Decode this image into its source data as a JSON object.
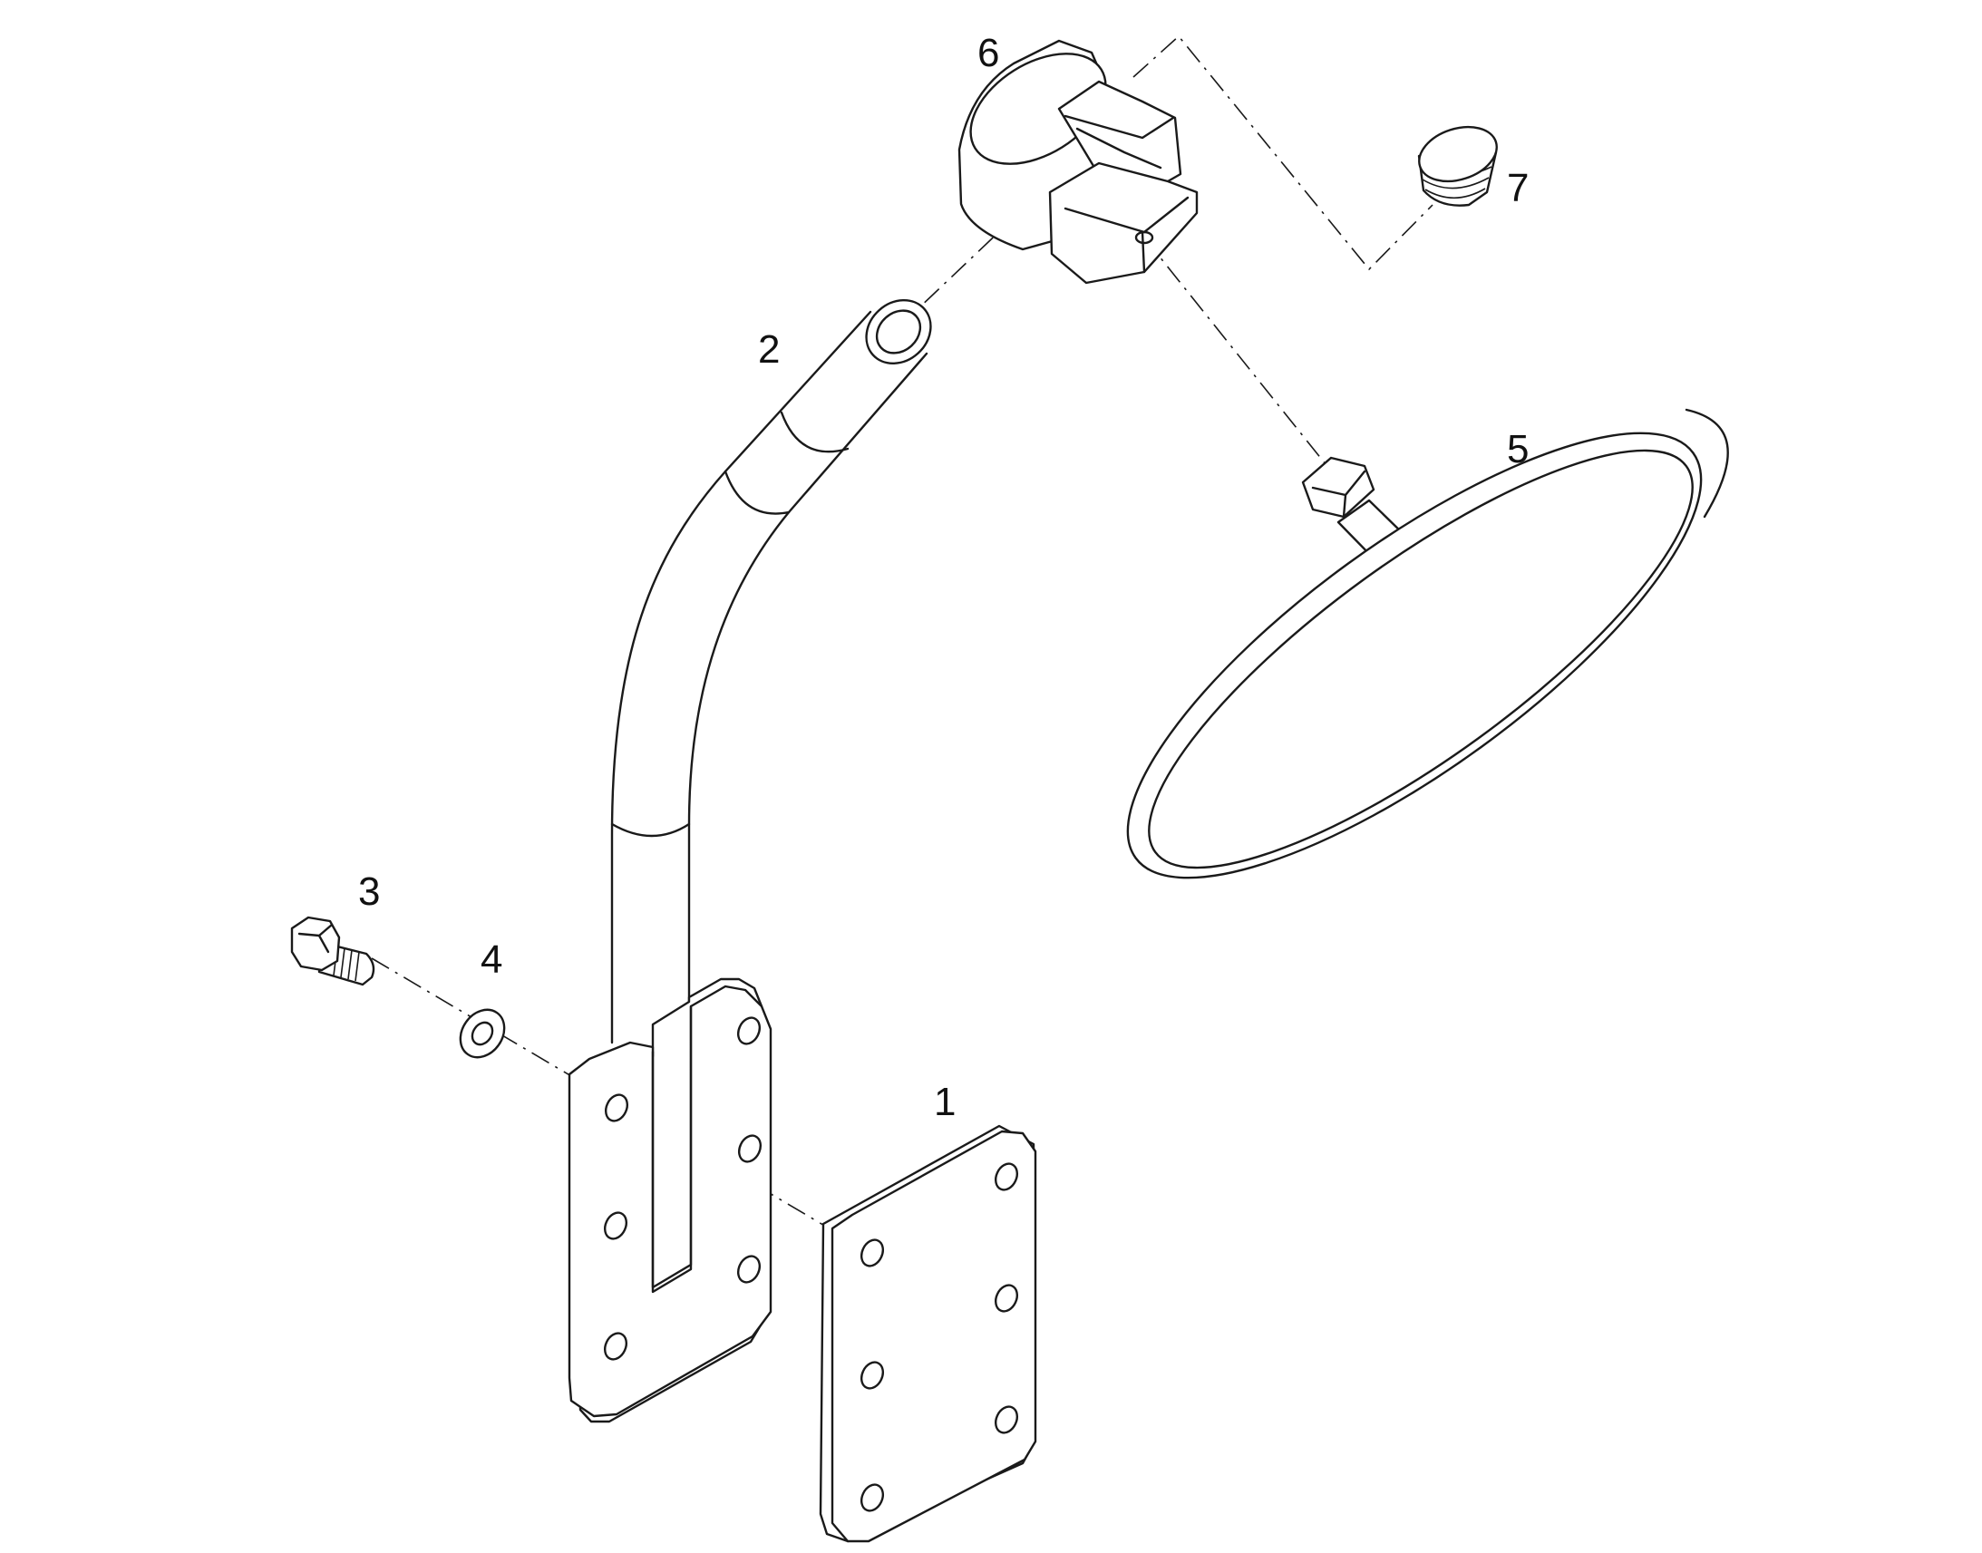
{
  "callouts": {
    "part_1": "1",
    "part_2": "2",
    "part_3": "3",
    "part_4": "4",
    "part_5": "5",
    "part_6": "6",
    "part_7": "7"
  },
  "colors": {
    "line": "#1a1a1a",
    "background": "#ffffff"
  }
}
